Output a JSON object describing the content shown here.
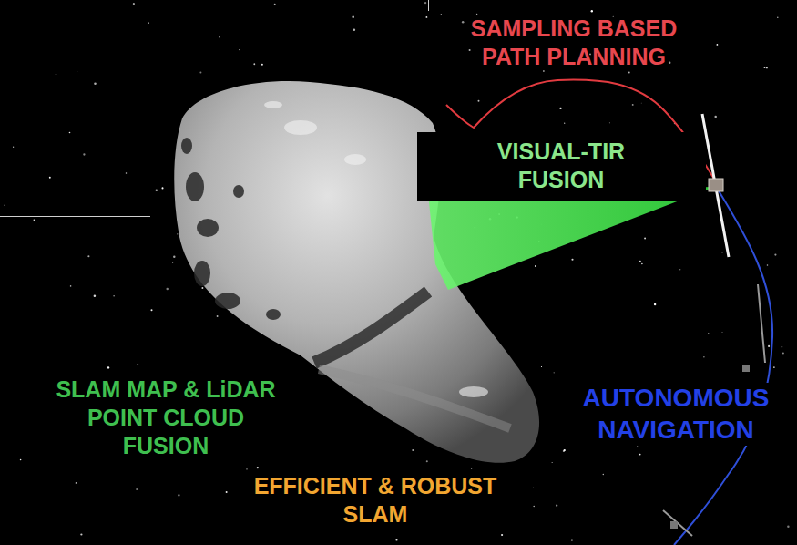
{
  "diagram": {
    "labels": [
      "SAMPLING BASED PATH PLANNING",
      "VISUAL-TIR FUSION",
      "SLAM MAP & LiDAR POINT CLOUD FUSION",
      "AUTONOMOUS NAVIGATION",
      "EFFICIENT & ROBUST SLAM"
    ]
  }
}
